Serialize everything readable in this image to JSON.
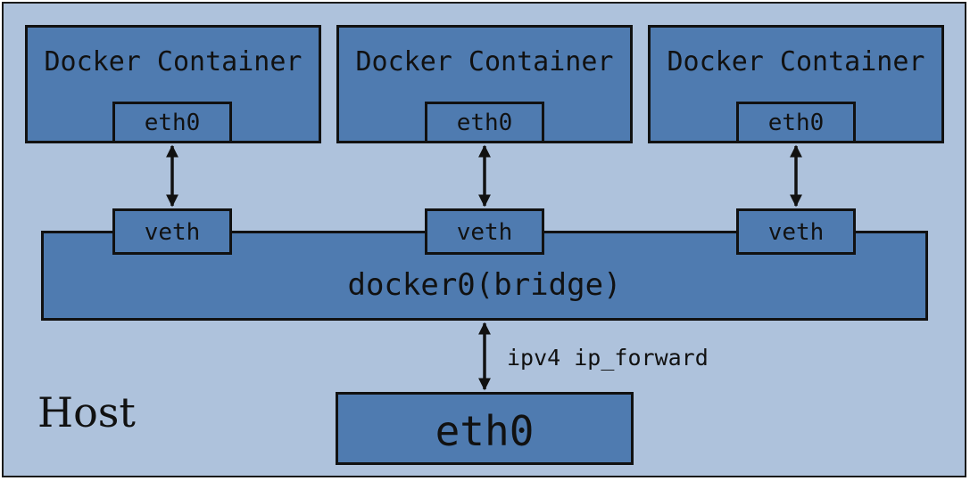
{
  "host": {
    "label": "Host"
  },
  "containers": [
    {
      "title": "Docker Container",
      "interface": "eth0",
      "peer": "veth"
    },
    {
      "title": "Docker Container",
      "interface": "eth0",
      "peer": "veth"
    },
    {
      "title": "Docker Container",
      "interface": "eth0",
      "peer": "veth"
    }
  ],
  "bridge": {
    "label": "docker0(bridge)"
  },
  "forwarding": {
    "label": "ipv4 ip_forward"
  },
  "host_interface": {
    "label": "eth0"
  },
  "colors": {
    "host_background": "#aec2dc",
    "box_fill": "#4f7bb0",
    "border": "#111111"
  }
}
